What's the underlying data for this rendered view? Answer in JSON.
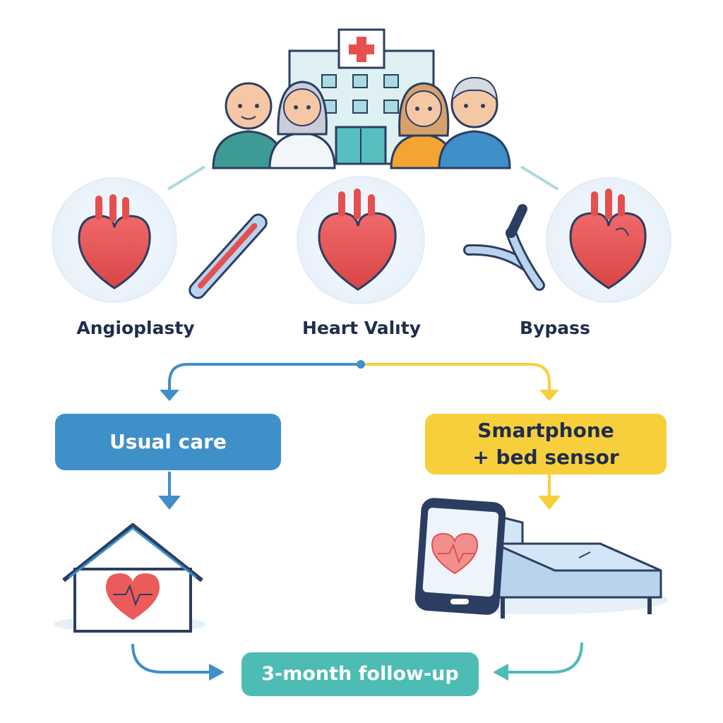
{
  "procedures": {
    "angioplasty": "Angioplasty",
    "heart_valve": "Heart Valıty",
    "bypass": "Bypass"
  },
  "arms": {
    "usual_care": "Usual care",
    "intervention_line1": "Smartphone",
    "intervention_line2": "+ bed sensor"
  },
  "outcome": {
    "label": "3-month follow-up"
  },
  "colors": {
    "blue": "#3f8fc9",
    "yellow": "#f7cf3b",
    "teal": "#4cbcb5",
    "heart": "#e5504f",
    "navy": "#1f2d4d"
  }
}
